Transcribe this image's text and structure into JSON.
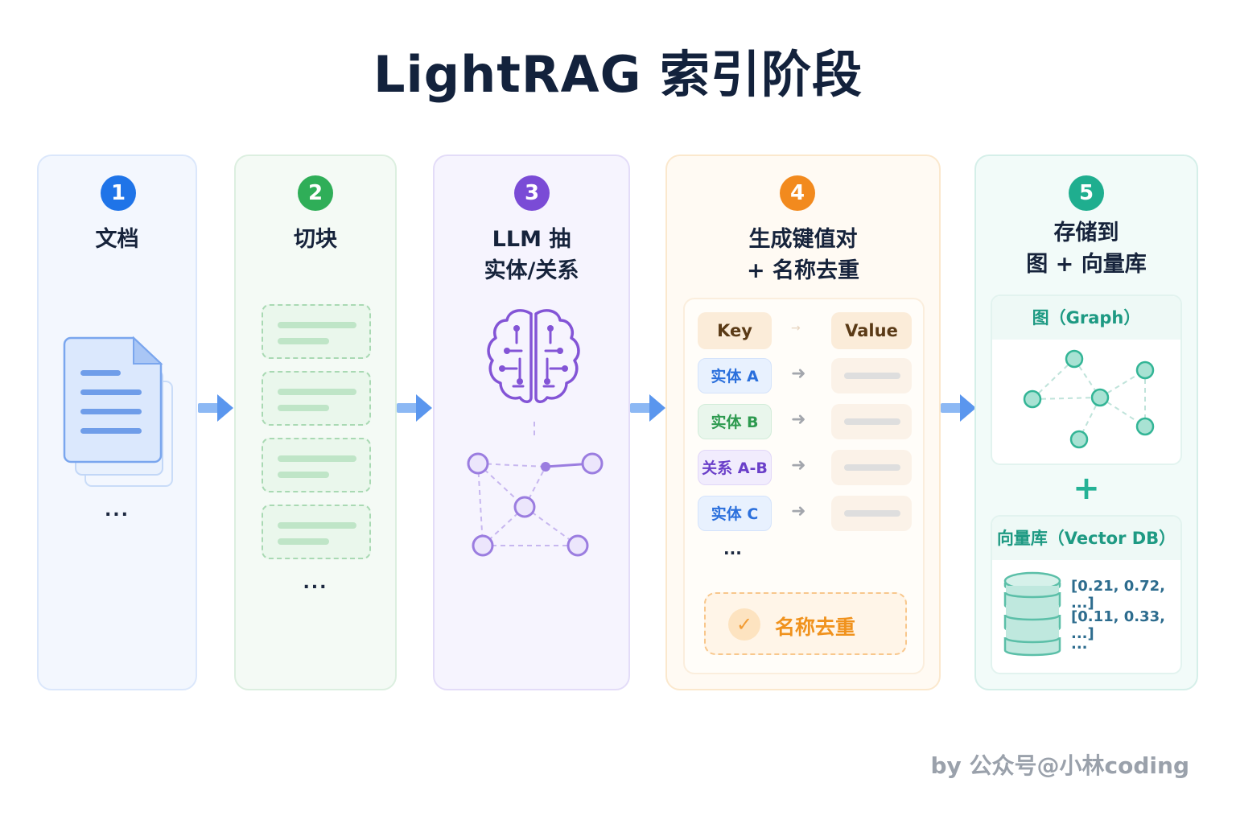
{
  "title": "LightRAG 索引阶段",
  "steps": [
    {
      "num": "1",
      "color": "#1f74e8",
      "title_lines": [
        "文档"
      ],
      "more": "..."
    },
    {
      "num": "2",
      "color": "#2fae58",
      "title_lines": [
        "切块"
      ],
      "more": "..."
    },
    {
      "num": "3",
      "color": "#7a4bd6",
      "title_lines": [
        "LLM 抽",
        "实体/关系"
      ]
    },
    {
      "num": "4",
      "color": "#f28a1e",
      "title_lines": [
        "生成键值对",
        "+ 名称去重"
      ]
    },
    {
      "num": "5",
      "color": "#1fae8f",
      "title_lines": [
        "存储到",
        "图 + 向量库"
      ]
    }
  ],
  "kv": {
    "key_header": "Key",
    "value_header": "Value",
    "entries": [
      "实体 A",
      "实体 B",
      "关系 A-B",
      "实体 C"
    ],
    "more": "...",
    "dedup_label": "名称去重"
  },
  "storage": {
    "graph_label": "图（Graph）",
    "plus": "+",
    "vector_label": "向量库（Vector DB）",
    "vectors": [
      "[0.21, 0.72, ...]",
      "[0.11, 0.33, ...]"
    ],
    "more": "..."
  },
  "credit": "by 公众号@小林coding",
  "colors": {
    "accent_blue": "#1f74e8",
    "accent_green": "#2fae58",
    "accent_purple": "#7a4bd6",
    "accent_orange": "#f28a1e",
    "accent_teal": "#1fae8f",
    "arrow": "#6ea6f2"
  }
}
